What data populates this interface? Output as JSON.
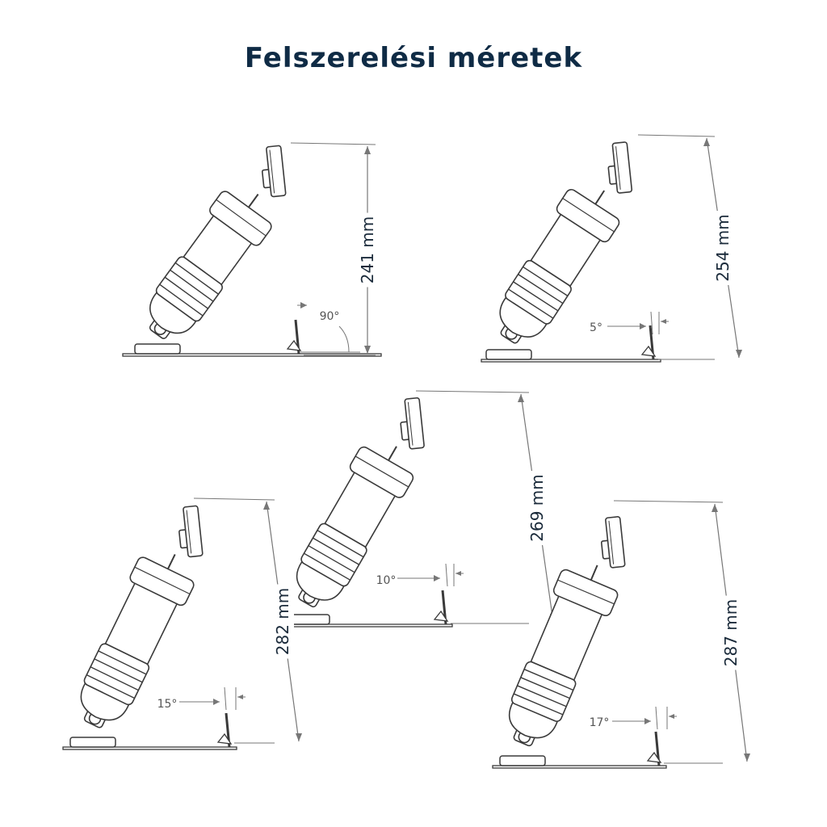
{
  "title": "Felszerelési méretek",
  "colors": {
    "title": "#0f2b45",
    "outline": "#3a3a3a",
    "dimension": "#777777",
    "text": "#1a2a3a"
  },
  "configurations": [
    {
      "id": "a",
      "height_label": "241 mm",
      "angle_label": "90°"
    },
    {
      "id": "b",
      "height_label": "254 mm",
      "angle_label": "5°"
    },
    {
      "id": "c",
      "height_label": "269 mm",
      "angle_label": "10°"
    },
    {
      "id": "d",
      "height_label": "282 mm",
      "angle_label": "15°"
    },
    {
      "id": "e",
      "height_label": "287 mm",
      "angle_label": "17°"
    }
  ]
}
